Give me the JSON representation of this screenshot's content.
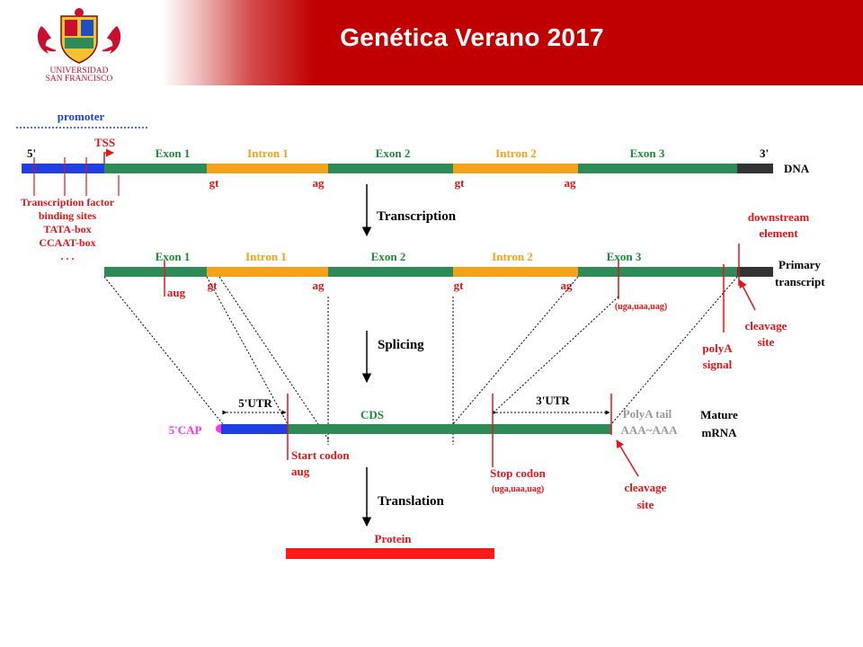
{
  "header": {
    "title": "Genética Verano 2017",
    "university_line1": "Universidad",
    "university_line2": "San Francisco",
    "background_color": "#c00000"
  },
  "colors": {
    "exon": "#2e8b57",
    "intron": "#f5a21b",
    "promoter": "#1f3fe0",
    "downstream": "#333333",
    "annotation": "#e0161b",
    "label_green": "#1d8a3a",
    "label_orange": "#f5a21b",
    "protein": "#ff1a1a",
    "cap": "#ff33ff"
  },
  "diagram": {
    "promoter": "promoter",
    "five_prime": "5'",
    "three_prime": "3'",
    "tss": "TSS",
    "dna": "DNA",
    "exon1": "Exon 1",
    "intron1": "Intron 1",
    "exon2": "Exon 2",
    "intron2": "Intron 2",
    "exon3": "Exon 3",
    "gt": "gt",
    "ag": "ag",
    "tf_sites": [
      "Transcription factor",
      "binding sites",
      "TATA-box",
      "CCAAT-box",
      ". . ."
    ],
    "transcription": "Transcription",
    "downstream_element": [
      "downstream",
      "element"
    ],
    "primary_transcript": [
      "Primary",
      "transcript"
    ],
    "aug": "aug",
    "stop_codons": "(uga,uaa,uag)",
    "cleavage_site": [
      "cleavage",
      "site"
    ],
    "polya_signal": [
      "polyA",
      "signal"
    ],
    "splicing": "Splicing",
    "five_utr": "5'UTR",
    "three_utr": "3'UTR",
    "cds": "CDS",
    "polya_tail": "PolyA tail",
    "polya_seq": "AAA~AAA",
    "mature_mrna": [
      "Mature",
      "mRNA"
    ],
    "five_cap": "5'CAP",
    "start_codon": [
      "Start codon",
      "aug"
    ],
    "stop_codon": "Stop codon",
    "translation": "Translation",
    "protein": "Protein"
  }
}
